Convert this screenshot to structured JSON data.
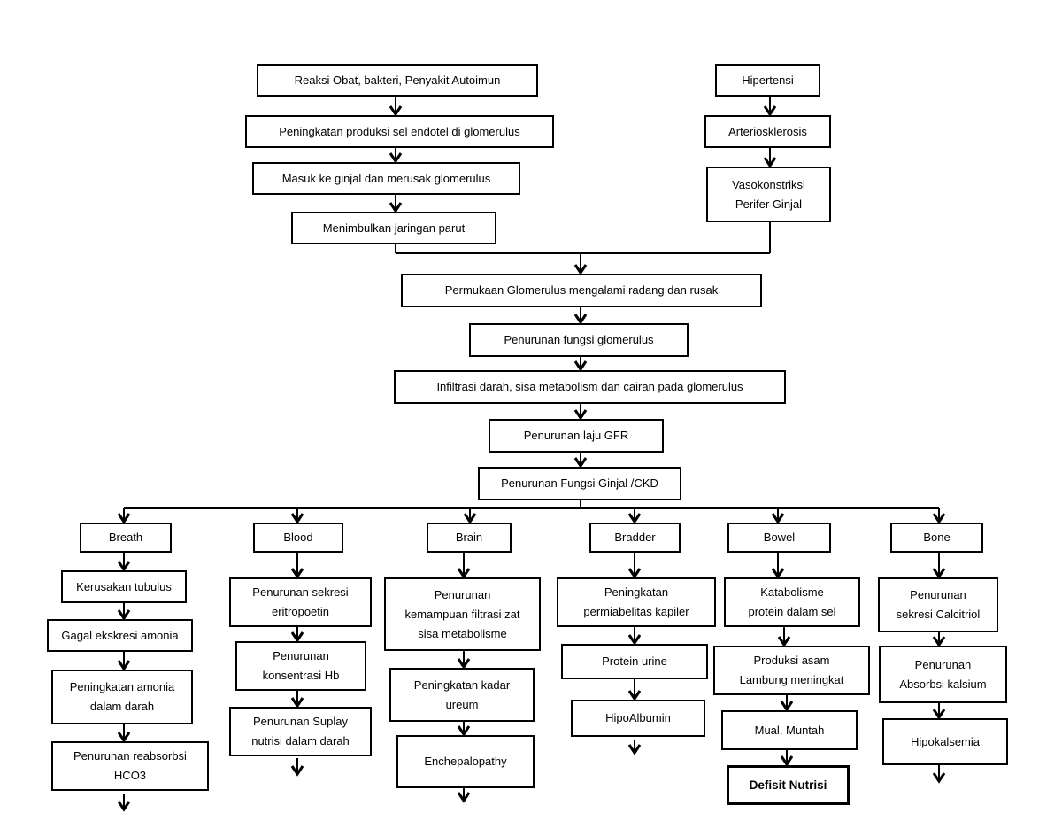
{
  "causes_left": [
    "Reaksi Obat, bakteri, Penyakit Autoimun",
    "Peningkatan produksi sel endotel di glomerulus",
    "Masuk ke ginjal dan merusak glomerulus",
    "Menimbulkan jaringan parut"
  ],
  "causes_right": [
    "Hipertensi",
    "Arteriosklerosis",
    "Vasokonstriksi\nPerifer Ginjal"
  ],
  "main_chain": [
    "Permukaan Glomerulus mengalami radang dan rusak",
    "Penurunan fungsi glomerulus",
    "Infiltrasi darah, sisa metabolism dan cairan pada glomerulus",
    "Penurunan laju GFR",
    "Penurunan Fungsi Ginjal /CKD"
  ],
  "branches": [
    {
      "title": "Breath",
      "steps": [
        "Kerusakan tubulus",
        "Gagal ekskresi amonia",
        "Peningkatan amonia\ndalam darah",
        "Penurunan reabsorbsi\nHCO3"
      ]
    },
    {
      "title": "Blood",
      "steps": [
        "Penurunan sekresi\neritropoetin",
        "Penurunan\nkonsentrasi Hb",
        "Penurunan Suplay\nnutrisi dalam darah"
      ]
    },
    {
      "title": "Brain",
      "steps": [
        "Penurunan\nkemampuan filtrasi zat\nsisa metabolisme",
        "Peningkatan kadar\nureum",
        "Enchepalopathy"
      ]
    },
    {
      "title": "Bradder",
      "steps": [
        "Peningkatan\npermiabelitas kapiler",
        "Protein urine",
        "HipoAlbumin"
      ]
    },
    {
      "title": "Bowel",
      "steps": [
        "Katabolisme\nprotein dalam sel",
        "Produksi asam\nLambung meningkat",
        "Mual, Muntah",
        "Defisit Nutrisi"
      ]
    },
    {
      "title": "Bone",
      "steps": [
        "Penurunan\nsekresi Calcitriol",
        "Penurunan\nAbsorbsi kalsium",
        "Hipokalsemia"
      ]
    }
  ]
}
